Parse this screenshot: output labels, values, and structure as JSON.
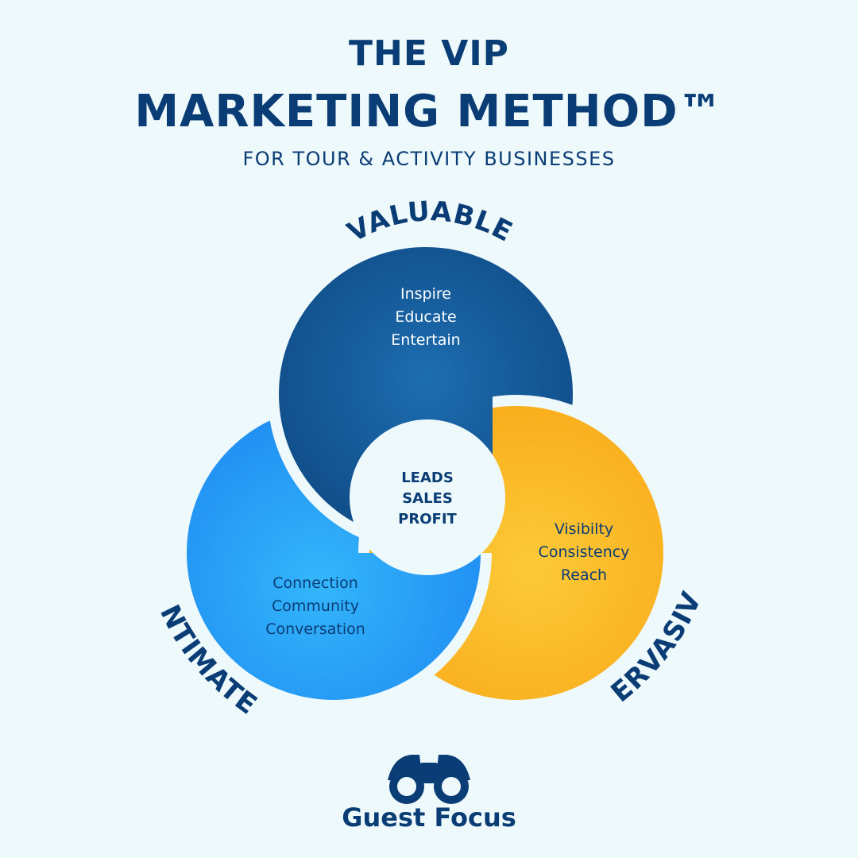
{
  "header": {
    "title_line1": "THE VIP",
    "title_line2": "MARKETING METHOD™",
    "subtitle": "FOR TOUR & ACTIVITY BUSINESSES"
  },
  "diagram": {
    "valuable": {
      "label": "VALUABLE",
      "items": [
        "Inspire",
        "Educate",
        "Entertain"
      ],
      "color": "#155a96"
    },
    "intimate": {
      "label": "INTIMATE",
      "items": [
        "Connection",
        "Community",
        "Conversation"
      ],
      "color": "#2a9ff5"
    },
    "pervasive": {
      "label": "PERVASIVE",
      "items": [
        "Visibilty",
        "Consistency",
        "Reach"
      ],
      "color": "#fbb626"
    },
    "center": {
      "items": [
        "LEADS",
        "SALES",
        "PROFIT"
      ]
    }
  },
  "brand": {
    "name": "Guest Focus",
    "icon": "binoculars-icon"
  },
  "colors": {
    "navy": "#0a3d75",
    "background": "#eef9fb"
  }
}
